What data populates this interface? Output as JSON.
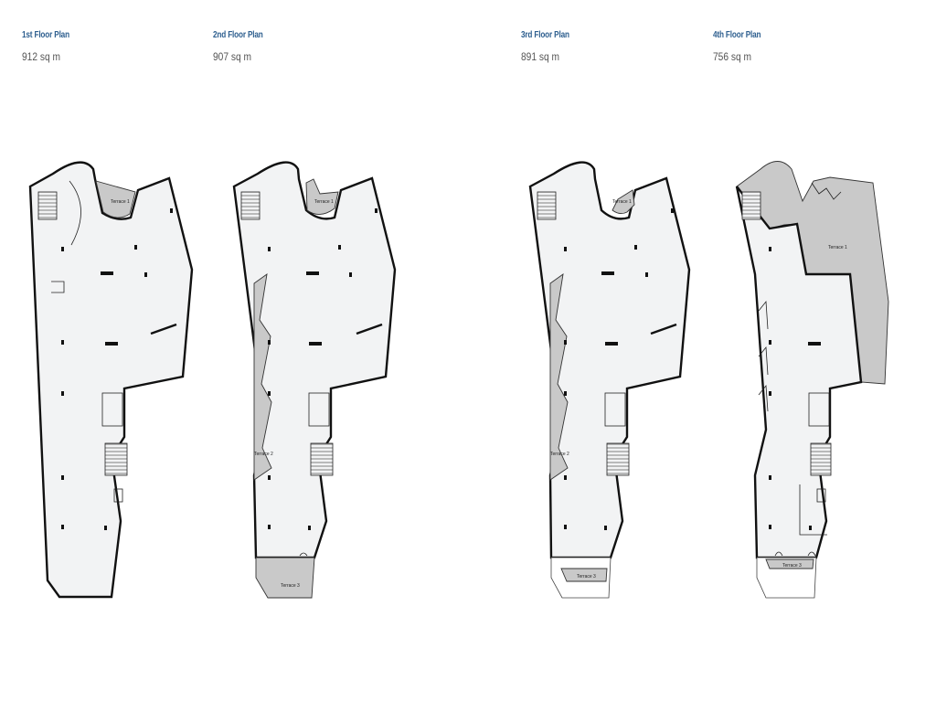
{
  "plans": [
    {
      "title": "1st Floor Plan",
      "area": "912 sq m",
      "terraces": [
        "Terrace 1"
      ]
    },
    {
      "title": "2nd Floor Plan",
      "area": "907 sq m",
      "terraces": [
        "Terrace 1",
        "Terrace 2",
        "Terrace 3"
      ]
    },
    {
      "title": "3rd Floor Plan",
      "area": "891 sq m",
      "terraces": [
        "Terrace 1",
        "Terrace 2",
        "Terrace 3"
      ]
    },
    {
      "title": "4th Floor Plan",
      "area": "756 sq m",
      "terraces": [
        "Terrace 1",
        "Terrace 3"
      ]
    }
  ],
  "colors": {
    "title": "#2e5f8f",
    "area": "#555555",
    "floor_fill": "#f2f3f4",
    "terrace_fill": "#c9c9c9",
    "wall": "#111111"
  }
}
